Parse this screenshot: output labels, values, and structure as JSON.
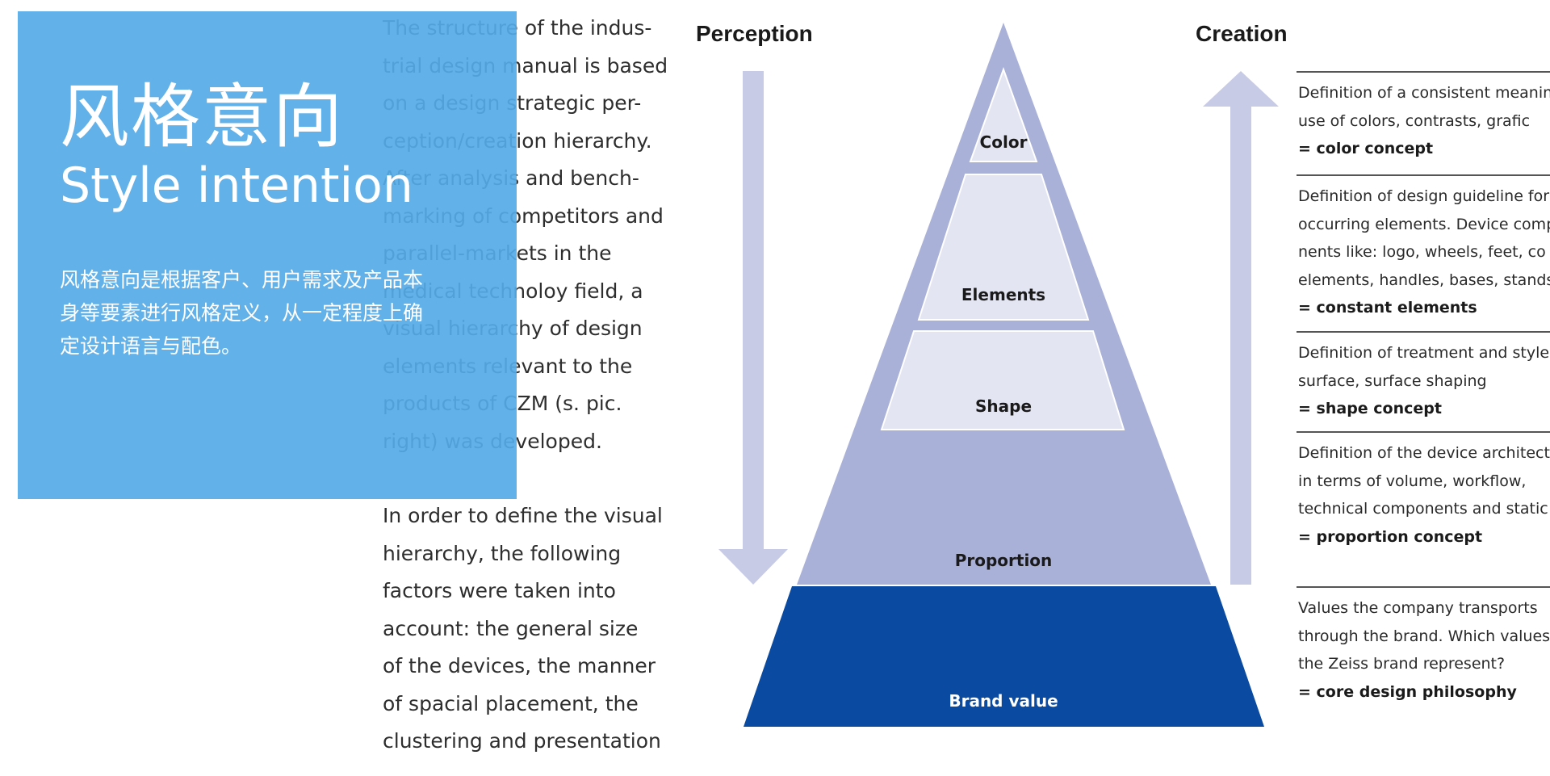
{
  "panel": {
    "title_cn": "风格意向",
    "title_en": "Style intention",
    "desc_lines": [
      "风格意向是根据客户、用户需求及产品本",
      "身等要素进行风格定义，从一定程度上确",
      "定设计语言与配色。"
    ]
  },
  "body_text": {
    "para1_lines": [
      "The structure of the indus-",
      "trial design manual is based",
      "on a design strategic per-",
      "ception/creation hierarchy.",
      "After analysis and bench-",
      "marking of competitors and",
      "parallel-markets in the",
      "medical technoloy field, a",
      "visual hierarchy of design",
      "elements relevant to the",
      "products of CZM (s. pic.",
      "right) was developed."
    ],
    "para2_lines": [
      "In order to define the visual",
      "hierarchy, the following",
      "factors were taken into",
      "account: the general size",
      "of the devices, the manner",
      "of spacial placement, the",
      "clustering and presentation"
    ]
  },
  "diagram": {
    "left_heading": "Perception",
    "right_heading": "Creation",
    "layers": [
      "Color",
      "Elements",
      "Shape",
      "Proportion",
      "Brand value"
    ],
    "colors": {
      "arrow": "#c8cbe6",
      "pyramid_outer": "#aab1d8",
      "pyramid_inner": "#e3e5f2",
      "brand": "#0a4aa0"
    }
  },
  "definitions": [
    {
      "lines": [
        "Definition of a consistent meaning",
        "use of colors, contrasts, grafic"
      ],
      "concept": "= color concept"
    },
    {
      "lines": [
        "Definition of design guideline for",
        "occurring elements. Device comp",
        "nents like: logo, wheels, feet, co",
        "elements, handles, bases, stands,"
      ],
      "concept": "= constant elements"
    },
    {
      "lines": [
        "Definition of treatment and style",
        "surface, surface shaping"
      ],
      "concept": "= shape concept"
    },
    {
      "lines": [
        "Definition of the device architect",
        "in terms of volume, workflow,",
        "technical components and static"
      ],
      "concept": "= proportion concept"
    },
    {
      "lines": [
        "Values the company transports",
        "through the brand. Which values",
        "the Zeiss brand represent?"
      ],
      "concept": "= core design philosophy"
    }
  ]
}
